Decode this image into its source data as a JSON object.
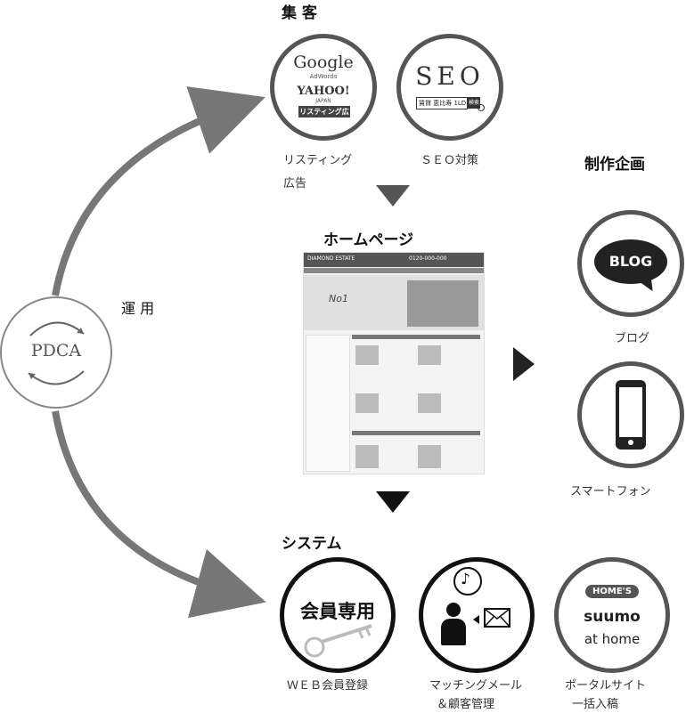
{
  "sections": {
    "top": "集 客",
    "planning": "制作企画",
    "homepage": "ホームページ",
    "system": "システム",
    "operation": "運 用"
  },
  "pdca": "PDCA",
  "listing": {
    "google": "Google",
    "adwords": "AdWords",
    "yahoo": "YAHOO!",
    "yahoo_sub": "JAPAN",
    "badge": "リスティング広告",
    "caption_line1": "リスティング",
    "caption_line2": "広告"
  },
  "seo": {
    "title": "SEO",
    "search_text": "賃貸 恵比寿 1LDK",
    "search_button": "検索",
    "caption": "ＳＥＯ対策"
  },
  "homepage_shot": {
    "logo": "DIAMOND ESTATE",
    "phone": "0120-000-000",
    "hero_headline": "No1"
  },
  "right_items": {
    "blog_word": "BLOG",
    "blog_caption": "ブログ",
    "smartphone_caption": "スマートフォン"
  },
  "bottom_items": {
    "member_text": "会員専用",
    "member_caption": "ＷＥＢ会員登録",
    "mail_caption_line1": "マッチングメール",
    "mail_caption_line2": "＆顧客管理",
    "portal_caption_line1": "ポータルサイト",
    "portal_caption_line2": "一括入稿",
    "portal_homes": "HOME'S",
    "portal_suumo": "suumo",
    "portal_athome": "at home"
  },
  "colors": {
    "arc": "#777777",
    "circle_border": "#555555",
    "triangle_top": "#555555",
    "triangle_dark": "#111111"
  }
}
